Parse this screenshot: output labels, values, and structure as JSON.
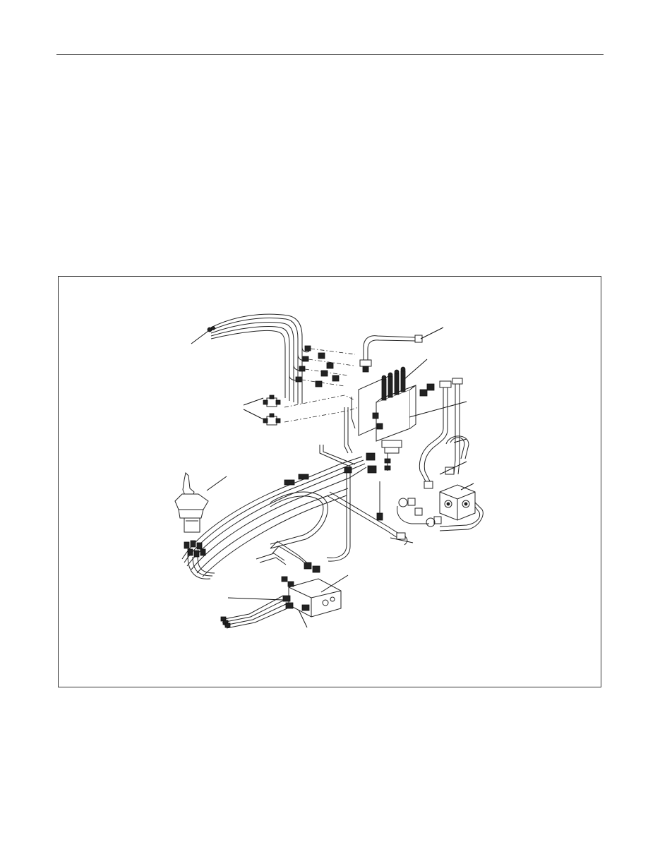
{
  "page": {
    "header_rule": true
  },
  "figure": {
    "description_label": "",
    "components": [
      {
        "id": "steel-tube-bundle",
        "icon": "hose-bundle-icon"
      },
      {
        "id": "pressure-hose-top",
        "icon": "hose-icon"
      },
      {
        "id": "control-valve",
        "icon": "valve-block-icon"
      },
      {
        "id": "tee-fittings",
        "icon": "tee-fitting-icon"
      },
      {
        "id": "joystick",
        "icon": "joystick-icon"
      },
      {
        "id": "hydraulic-pump",
        "icon": "pump-icon"
      },
      {
        "id": "return-hose",
        "icon": "hose-icon"
      },
      {
        "id": "manifold-block",
        "icon": "manifold-icon"
      }
    ]
  }
}
